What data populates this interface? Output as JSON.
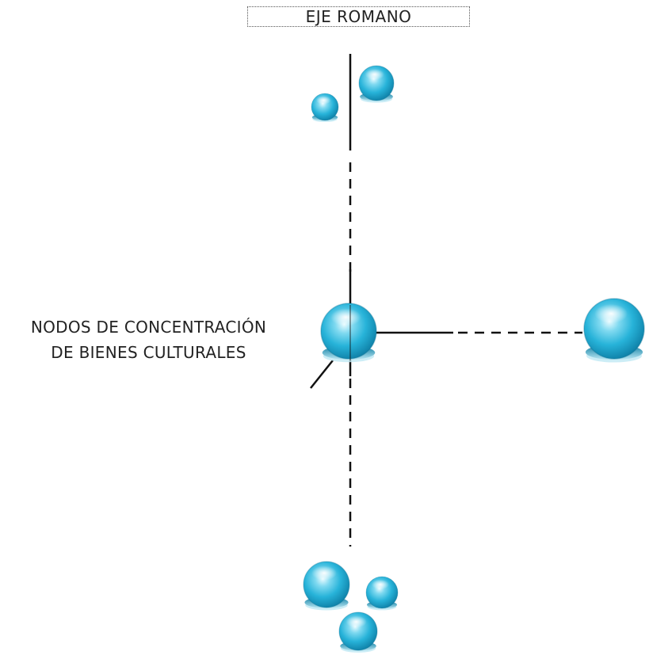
{
  "diagram": {
    "axis_title": "EJE ROMANO",
    "node_label_line1": "NODOS DE CONCENTRACIÓN",
    "node_label_line2": "DE BIENES CULTURALES",
    "sphere_color": "#2bb7da",
    "line_color": "#111111",
    "sphere_count": 7
  }
}
